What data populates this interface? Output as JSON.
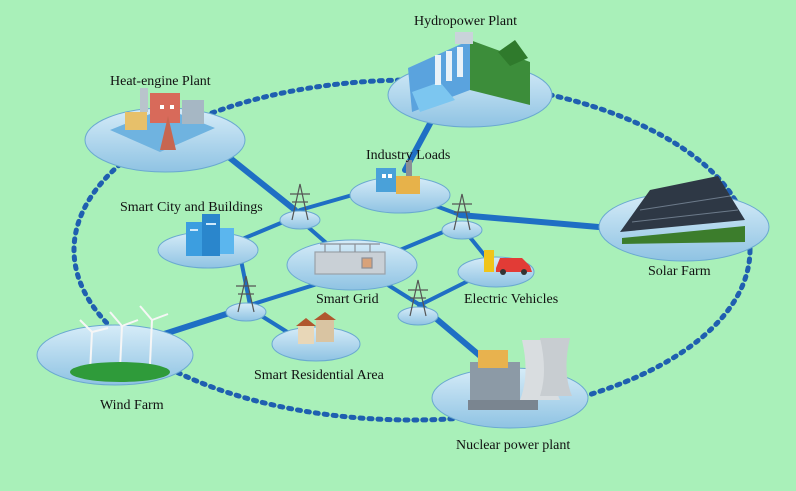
{
  "diagram": {
    "background_color": "#a9f0b9",
    "platform_color": "#a9d3ea",
    "link_color": "#1f6fc4",
    "ring_color": "#1f5fb0",
    "nodes": [
      {
        "id": "hydro",
        "label": "Hydropower Plant",
        "icon": "hydropower-dam-icon"
      },
      {
        "id": "heat",
        "label": "Heat-engine Plant",
        "icon": "factory-plant-icon"
      },
      {
        "id": "industry",
        "label": "Industry Loads",
        "icon": "industry-building-icon"
      },
      {
        "id": "city",
        "label": "Smart City and Buildings",
        "icon": "skyscraper-icon"
      },
      {
        "id": "grid",
        "label": "Smart Grid",
        "icon": "substation-icon"
      },
      {
        "id": "ev",
        "label": "Electric Vehicles",
        "icon": "electric-car-icon"
      },
      {
        "id": "solar",
        "label": "Solar Farm",
        "icon": "solar-panel-icon"
      },
      {
        "id": "wind",
        "label": "Wind Farm",
        "icon": "wind-turbine-icon"
      },
      {
        "id": "residential",
        "label": "Smart Residential Area",
        "icon": "residential-houses-icon"
      },
      {
        "id": "nuclear",
        "label": "Nuclear power plant",
        "icon": "nuclear-plant-icon"
      }
    ],
    "pylons": [
      "transmission-tower-icon",
      "transmission-tower-icon",
      "transmission-tower-icon",
      "transmission-tower-icon"
    ]
  }
}
